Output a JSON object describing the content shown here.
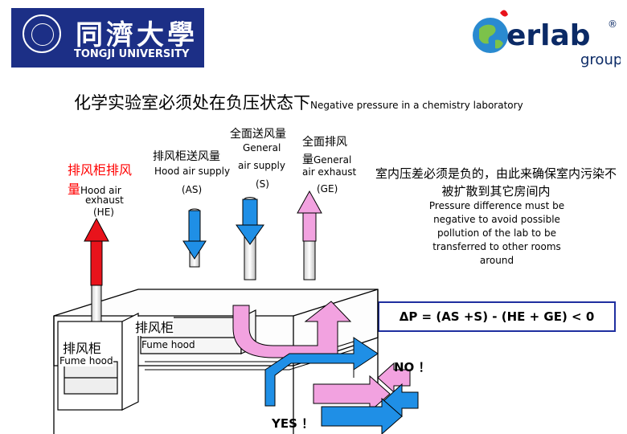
{
  "logos": {
    "tongji_cn": "同濟大學",
    "tongji_en": "TONGJI UNIVERSITY",
    "erlab_name": "erlab",
    "erlab_group": "group",
    "erlab_reg": "®"
  },
  "title": {
    "cn": "化学实验室必须处在负压状态下",
    "en": "Negative pressure in a chemistry laboratory"
  },
  "labels": {
    "he_cn": "排风柜排风",
    "he_cn2": "量",
    "he_en1": "Hood air",
    "he_en2": "exhaust",
    "he_en3": "(HE)",
    "as_cn": "排风柜送风量",
    "as_en1": "Hood air supply",
    "as_en2": "(AS)",
    "s_cn": "全面送风量",
    "s_en1": "General",
    "s_en2": "air supply",
    "s_en3": "(S)",
    "ge_cn1": "全面排风",
    "ge_cn2": "量",
    "ge_en1": "General",
    "ge_en2": "air exhaust",
    "ge_en3": "(GE)",
    "note_cn": "室内压差必须是负的，由此来确保室内污染不被扩散到其它房间内",
    "note_en": "Pressure difference must be negative to avoid possible pollution of the lab to be transferred to other rooms around",
    "formula": "ΔP = (AS +S) - (HE + GE) < 0",
    "hood1_cn": "排风柜",
    "hood1_en": "Fume hood",
    "hood2_cn": "排风柜",
    "hood2_en": "Fume hood",
    "no": "NO ！",
    "yes": "YES ！"
  },
  "colors": {
    "brand_blue": "#1c2f86",
    "red_arrow": "#e8131b",
    "blue_arrow": "#1f8fe6",
    "pink_arrow": "#f2a2e0",
    "formula_border": "#1f2fa0"
  }
}
